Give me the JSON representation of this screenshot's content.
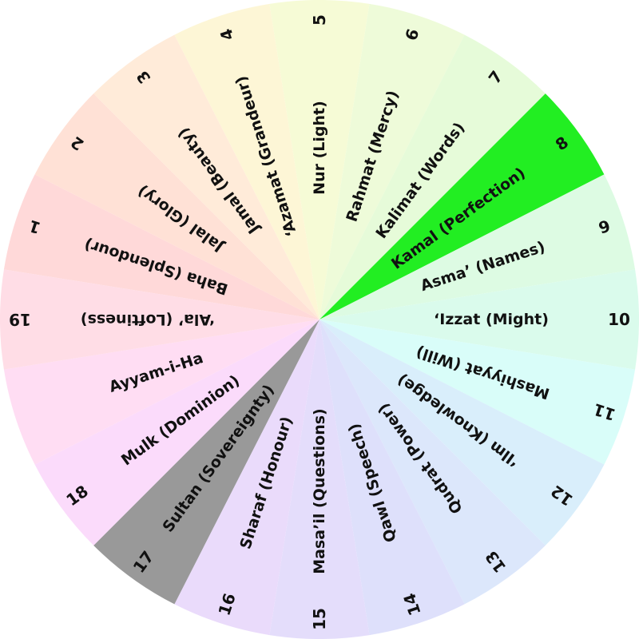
{
  "wheel": {
    "segments": [
      {
        "number": "1",
        "name": "Baha (Splendour)",
        "color": "#FFD9D9",
        "highlight": false
      },
      {
        "number": "2",
        "name": "Jalal (Glory)",
        "color": "#FFE1D6",
        "highlight": false
      },
      {
        "number": "3",
        "name": "Jamal (Beauty)",
        "color": "#FFEBD9",
        "highlight": false
      },
      {
        "number": "4",
        "name": "‘Azamat (Grandeur)",
        "color": "#FDF6D6",
        "highlight": false
      },
      {
        "number": "5",
        "name": "Nur (Light)",
        "color": "#F6FBD6",
        "highlight": false
      },
      {
        "number": "6",
        "name": "Rahmat (Mercy)",
        "color": "#EEFBD9",
        "highlight": false
      },
      {
        "number": "7",
        "name": "Kalimat (Words)",
        "color": "#E6FBD9",
        "highlight": false
      },
      {
        "number": "8",
        "name": "Kamal (Perfection)",
        "color": "#22EE22",
        "highlight": true
      },
      {
        "number": "9",
        "name": "Asma’ (Names)",
        "color": "#DDFBE3",
        "highlight": false
      },
      {
        "number": "10",
        "name": "‘Izzat (Might)",
        "color": "#DAFBEC",
        "highlight": false
      },
      {
        "number": "11",
        "name": "Mashiyyat (Will)",
        "color": "#D9FDF9",
        "highlight": false
      },
      {
        "number": "12",
        "name": "‘Ilm (Knowledge)",
        "color": "#D9EEFB",
        "highlight": false
      },
      {
        "number": "13",
        "name": "Qudrat (Power)",
        "color": "#DCE7FB",
        "highlight": false
      },
      {
        "number": "14",
        "name": "Qawl (Speech)",
        "color": "#DEE0FB",
        "highlight": false
      },
      {
        "number": "15",
        "name": "Masa’il (Questions)",
        "color": "#E4DDFB",
        "highlight": false
      },
      {
        "number": "16",
        "name": "Sharaf (Honour)",
        "color": "#EADBFB",
        "highlight": false
      },
      {
        "number": "17",
        "name": "Sultan (Sovereignty)",
        "color": "#999999",
        "highlight": true
      },
      {
        "number": "18",
        "name": "Mulk (Dominion)",
        "color": "#FBDBFB",
        "highlight": false
      },
      {
        "number": "",
        "name": "Ayyam-i-Ha",
        "color": "#FFDDF3",
        "highlight": false
      },
      {
        "number": "19",
        "name": "‘Ala’ (Loftiness)",
        "color": "#FFDDE6",
        "highlight": false
      }
    ]
  }
}
